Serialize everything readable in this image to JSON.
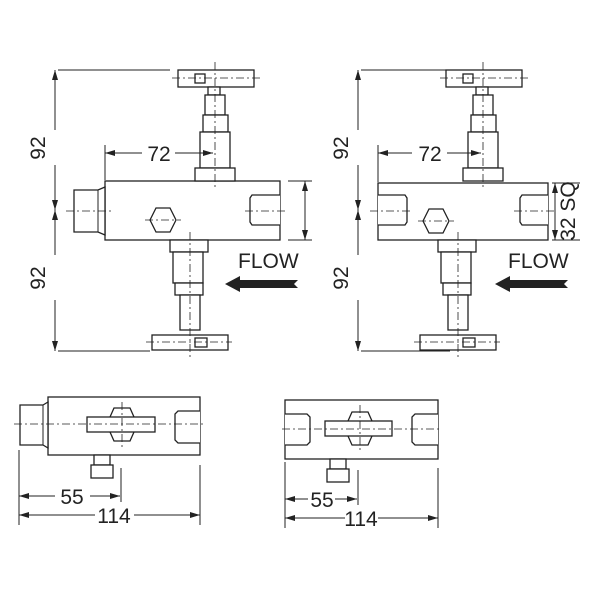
{
  "left_view": {
    "height_top": "92",
    "height_bottom": "92",
    "offset": "72",
    "flow": "FLOW"
  },
  "right_view": {
    "height_top": "92",
    "height_bottom": "92",
    "offset": "72",
    "body_size": "32 SQ",
    "flow": "FLOW"
  },
  "bottom_left_view": {
    "center_dim": "55",
    "length_dim": "114"
  },
  "bottom_right_view": {
    "center_dim": "55",
    "length_dim": "114"
  }
}
